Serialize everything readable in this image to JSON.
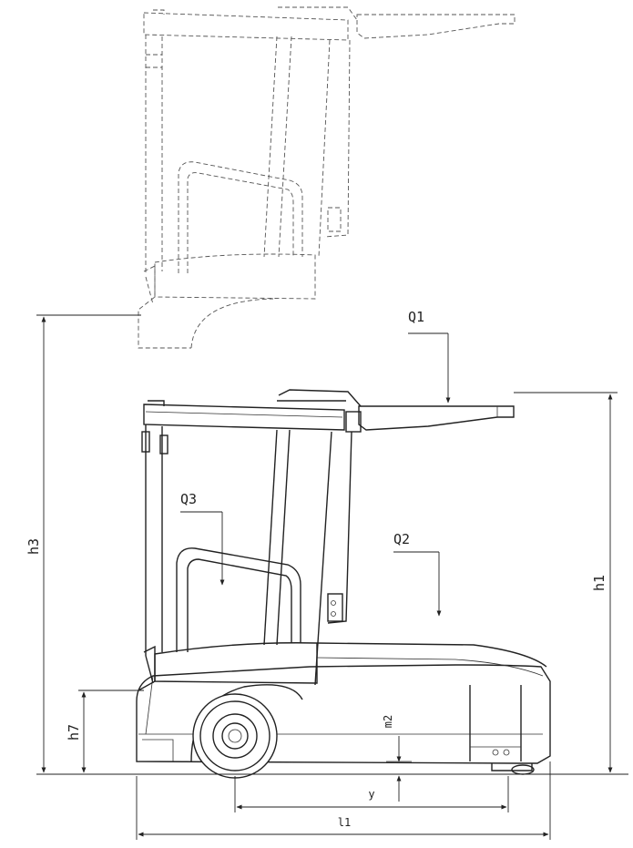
{
  "labels": {
    "q1": "Q1",
    "q2": "Q2",
    "q3": "Q3",
    "h1": "h1",
    "h3": "h3",
    "h7": "h7",
    "m2": "m2",
    "y": "y",
    "l1": "l1"
  }
}
